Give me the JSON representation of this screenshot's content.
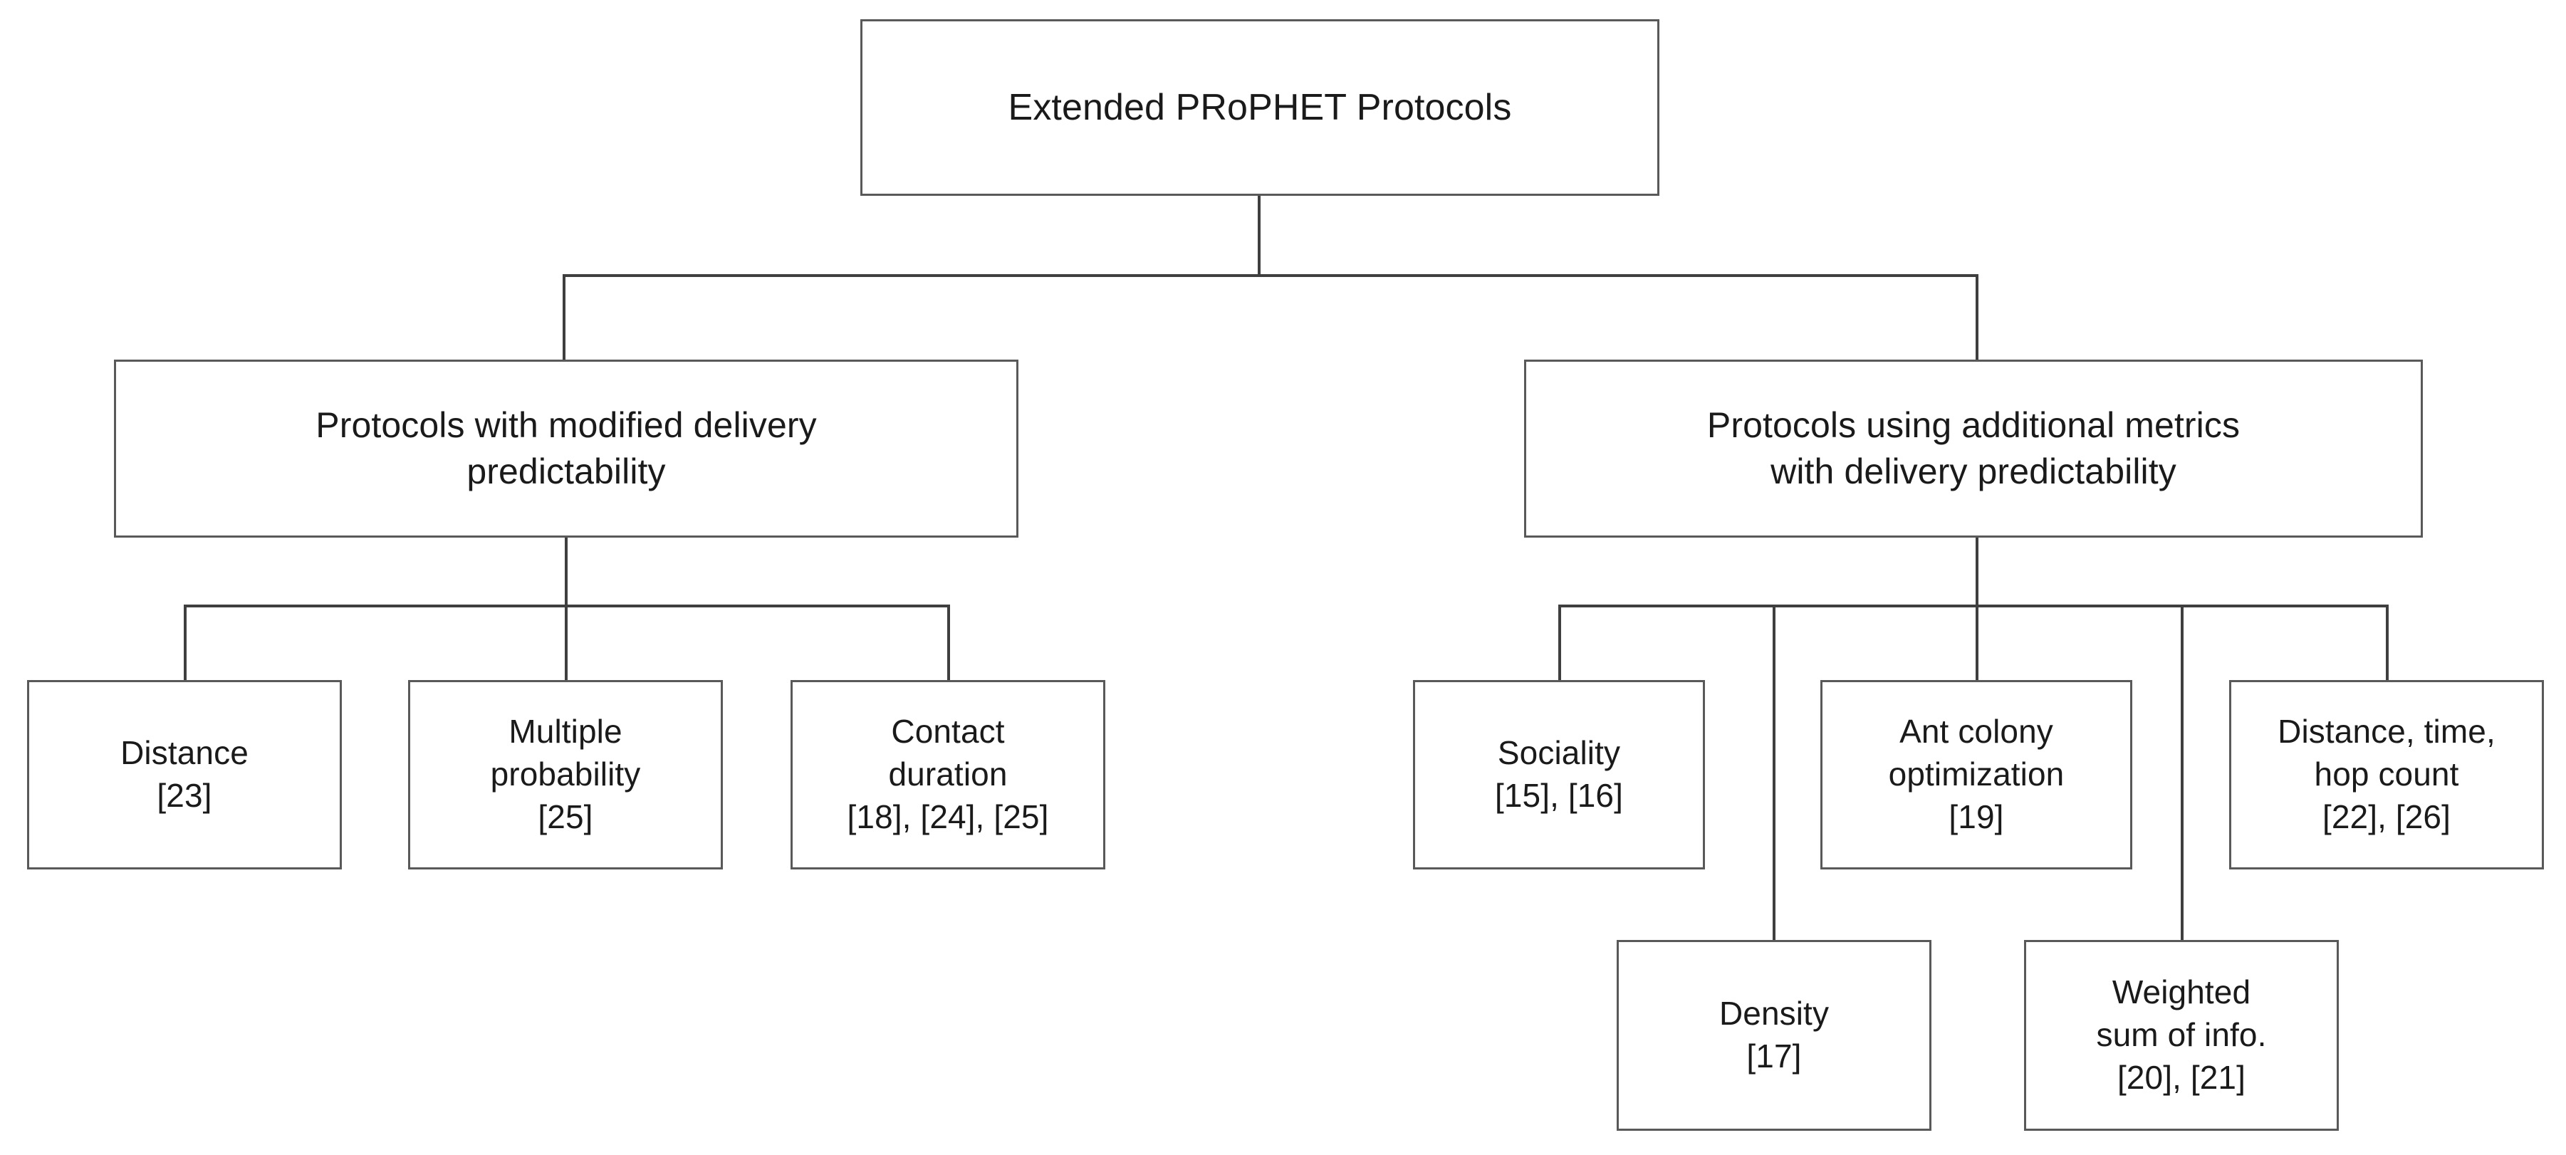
{
  "diagram": {
    "title": "Extended PRoPHET Protocols taxonomy tree",
    "root": {
      "label": "Extended PRoPHET Protocols"
    },
    "branches": [
      {
        "id": "modified-delivery-predictability",
        "label": "Protocols with modified delivery\npredictability",
        "children": [
          {
            "id": "distance",
            "label": "Distance\n[23]",
            "refs": [
              "[23]"
            ]
          },
          {
            "id": "multiple-probability",
            "label": "Multiple\nprobability\n[25]",
            "refs": [
              "[25]"
            ]
          },
          {
            "id": "contact-duration",
            "label": "Contact\nduration\n[18], [24], [25]",
            "refs": [
              "[18]",
              "[24]",
              "[25]"
            ]
          }
        ]
      },
      {
        "id": "additional-metrics",
        "label": "Protocols using additional metrics\nwith delivery predictability",
        "children": [
          {
            "id": "sociality",
            "label": "Sociality\n[15], [16]",
            "refs": [
              "[15]",
              "[16]"
            ]
          },
          {
            "id": "density",
            "label": "Density\n[17]",
            "refs": [
              "[17]"
            ]
          },
          {
            "id": "ant-colony-optimization",
            "label": "Ant colony\noptimization\n[19]",
            "refs": [
              "[19]"
            ]
          },
          {
            "id": "weighted-sum-of-info",
            "label": "Weighted\nsum of info.\n[20], [21]",
            "refs": [
              "[20]",
              "[21]"
            ]
          },
          {
            "id": "distance-time-hop-count",
            "label": "Distance, time,\nhop count\n[22], [26]",
            "refs": [
              "[22]",
              "[26]"
            ]
          }
        ]
      }
    ],
    "colors": {
      "box_border": "#595959",
      "connector": "#3f3f3f",
      "background": "#ffffff",
      "text": "#1a1a1a"
    }
  }
}
